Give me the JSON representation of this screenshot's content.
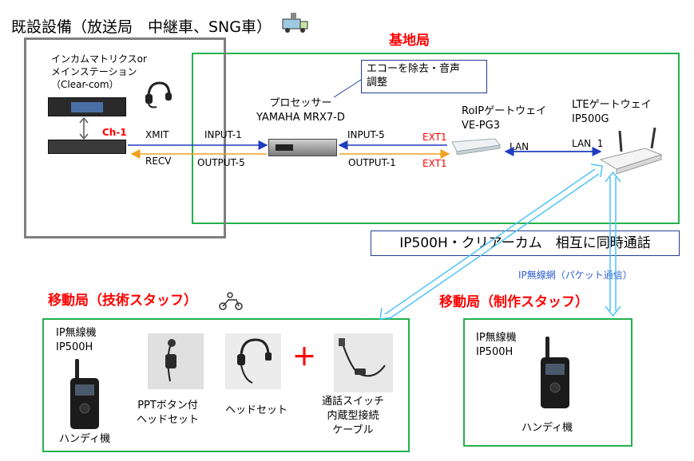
{
  "header": {
    "title": "既設設備（放送局　中継車、SNG車）"
  },
  "existing": {
    "intercom_label": "インカムマトリクスor\nメインステーション\n（Clear-com）",
    "ch_label": "Ch-1",
    "xmit": "XMIT",
    "recv": "RECV"
  },
  "base": {
    "title": "基地局",
    "callout": "エコーを除去・音声\n調整",
    "processor_label": "プロセッサー\nYAMAHA MRX7-D",
    "input1": "INPUT-1",
    "output5": "OUTPUT-5",
    "input5": "INPUT-5",
    "output1": "OUTPUT-1",
    "ext1_top": "EXT1",
    "ext1_bottom": "EXT1",
    "roip_label": "RoIPゲートウェイ\nVE-PG3",
    "lan_left": "LAN",
    "lan1": "LAN  1",
    "lte_label": "LTEゲートウェイ\nIP500G"
  },
  "banner": "IP500H・クリアーカム　相互に同時通話",
  "network_label": "IP無線網（パケット通信）",
  "mobile_tech": {
    "title": "移動局（技術スタッフ）",
    "radio_label": "IP無線機\nIP500H",
    "handy": "ハンディ機",
    "ppt_headset": "PPTボタン付\nヘッドセット",
    "headset": "ヘッドセット",
    "plus": "＋",
    "cable": "通話スイッチ\n内蔵型接続\nケーブル"
  },
  "mobile_prod": {
    "title": "移動局（制作スタッフ）",
    "radio_label": "IP無線機\nIP500H",
    "handy": "ハンディ機"
  },
  "colors": {
    "green_box": "#22b14c",
    "gray_box": "#7f7f7f",
    "red_text": "#ff0000",
    "blue_line": "#1f3fbf",
    "orange_line": "#f0a020",
    "cyan_arrow": "#4fc3f7"
  }
}
